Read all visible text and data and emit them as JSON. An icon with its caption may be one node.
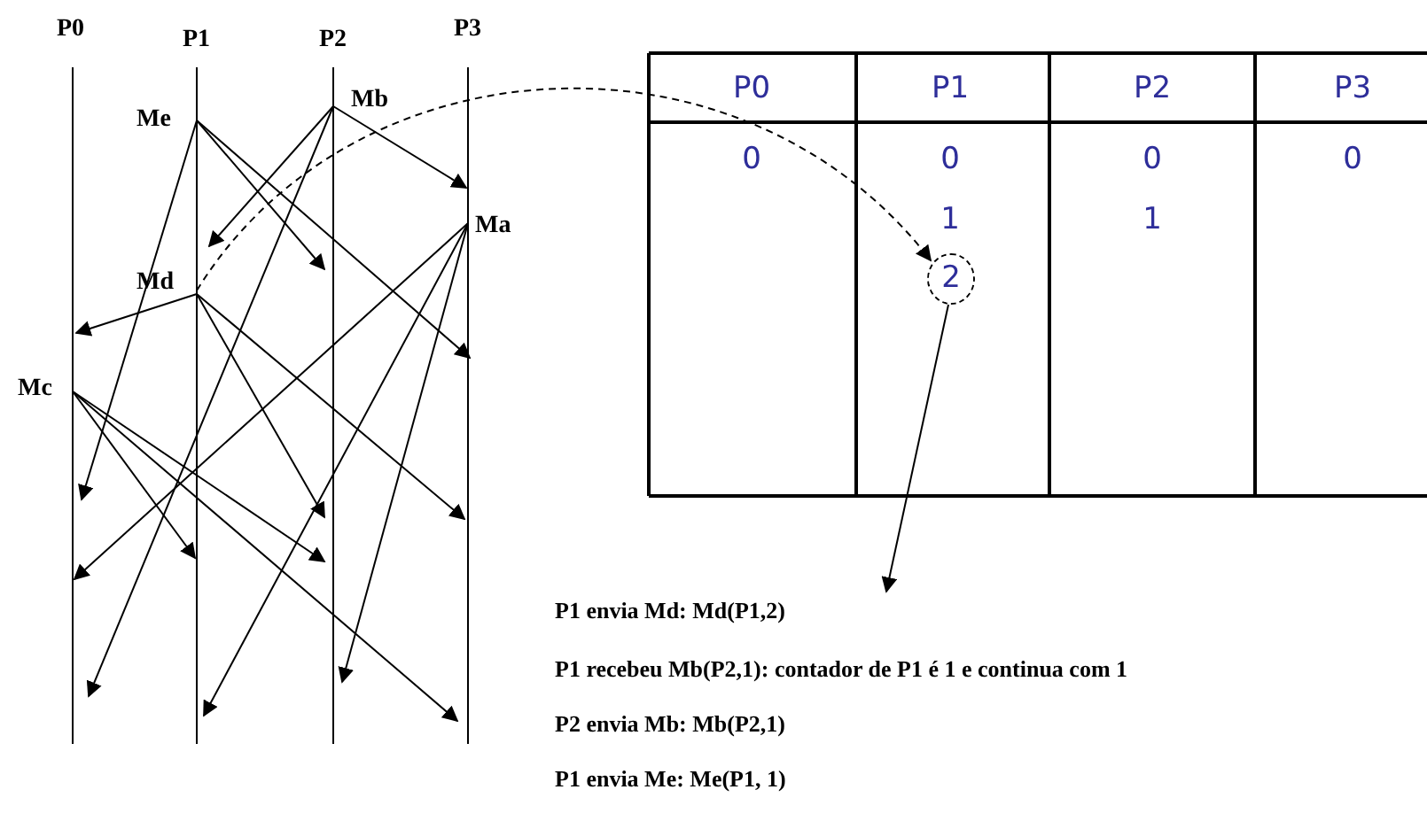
{
  "diagram": {
    "nodes": [
      {
        "text": [
          "Md"
        ]
      },
      {
        "text": [
          "2"
        ]
      },
      {
        "text": [
          "P1 envia Md: Md(P1,2)"
        ]
      }
    ],
    "edges": [
      {
        "from": 0,
        "to": 1,
        "arrow": "to",
        "style": "dashed"
      },
      {
        "from": 1,
        "to": 2,
        "arrow": "to"
      }
    ],
    "labels": [
      "P0",
      "P1",
      "P2",
      "P3",
      "Me",
      "Mb",
      "Ma",
      "Mc",
      "P0",
      "P1",
      "P2",
      "P3",
      "0",
      "0",
      "0",
      "0",
      "1",
      "1",
      "P1 recebeu Mb(P2,1): contador de P1 é 1 e continua com 1",
      "P2 envia Mb: Mb(P2,1)",
      "P1 envia Me: Me(P1, 1)"
    ]
  }
}
